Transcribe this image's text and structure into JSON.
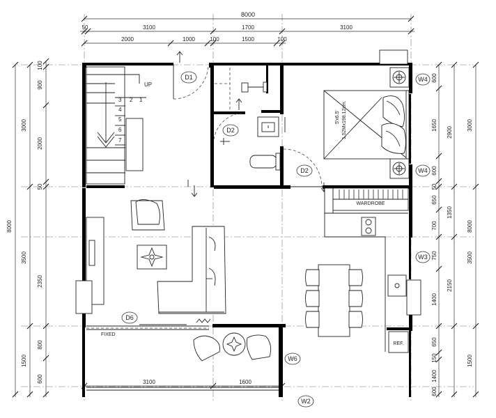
{
  "dimensions": {
    "top_overall": "8000",
    "top_row2": [
      "50",
      "3100",
      "1700",
      "3100"
    ],
    "top_row3": [
      "2000",
      "1000",
      "100",
      "1500",
      "100"
    ],
    "bottom": [
      "3100",
      "1600"
    ],
    "left_outer": [
      "8000"
    ],
    "left_mid": [
      "3000",
      "3500",
      "1500"
    ],
    "left_inner": [
      "100",
      "900",
      "2000",
      "50",
      "2350",
      "800",
      "600"
    ],
    "right_inner": [
      "600",
      "1650",
      "600",
      "50",
      "650",
      "700",
      "750",
      "1400",
      "650",
      "150",
      "1400",
      "600"
    ],
    "right_mid": [
      "2900",
      "1350",
      "2150"
    ],
    "right_outer": [
      "3000",
      "8000",
      "3500",
      "1500"
    ],
    "extra_left_100": "100",
    "right_small": [
      "100",
      "100"
    ]
  },
  "doors": [
    "D1",
    "D2",
    "D2",
    "D6"
  ],
  "windows": [
    "W4",
    "W4",
    "W3",
    "W6",
    "W2"
  ],
  "labels": {
    "stair_up": "UP",
    "stair_steps": [
      "3",
      "2",
      "1",
      "4",
      "5",
      "6",
      "7"
    ],
    "bed_size_1": "5'x6.5'",
    "bed_size_2": "1.52Mx198.12cm.",
    "wardrobe": "WARDROBE",
    "fixed": "FIXED",
    "ref": "REF."
  }
}
